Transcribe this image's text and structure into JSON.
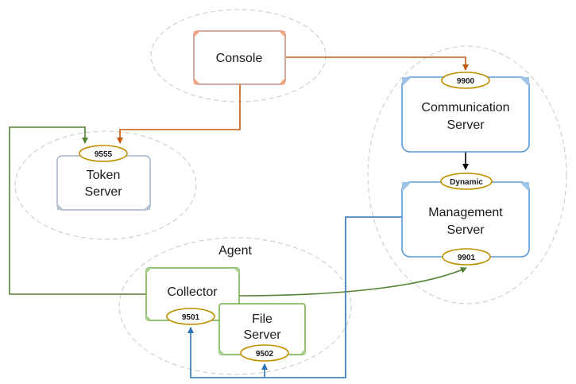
{
  "nodes": {
    "console": {
      "label": "Console"
    },
    "token_server": {
      "lines": [
        "Token",
        "Server"
      ]
    },
    "communication_server": {
      "lines": [
        "Communication",
        "Server"
      ]
    },
    "management_server": {
      "lines": [
        "Management",
        "Server"
      ]
    },
    "collector": {
      "label": "Collector"
    },
    "file_server": {
      "lines": [
        "File",
        "Server"
      ]
    }
  },
  "groups": {
    "agent": {
      "label": "Agent"
    }
  },
  "ports": {
    "token": "9555",
    "communication": "9900",
    "management_top": "Dynamic",
    "management_bottom": "9901",
    "collector": "9501",
    "file_server": "9502"
  },
  "colors": {
    "orange_edge": "#c55a11",
    "green_edge": "#538135",
    "blue_edge": "#2e75b6",
    "black_edge": "#000000",
    "port_border": "#bf9000",
    "console_border": "#c09080",
    "console_corner": "#f4a582",
    "token_border": "#a0b4c8",
    "server_border": "#5b9bd5",
    "green_border": "#70ad47",
    "group_dash": "#c8c8c8"
  }
}
